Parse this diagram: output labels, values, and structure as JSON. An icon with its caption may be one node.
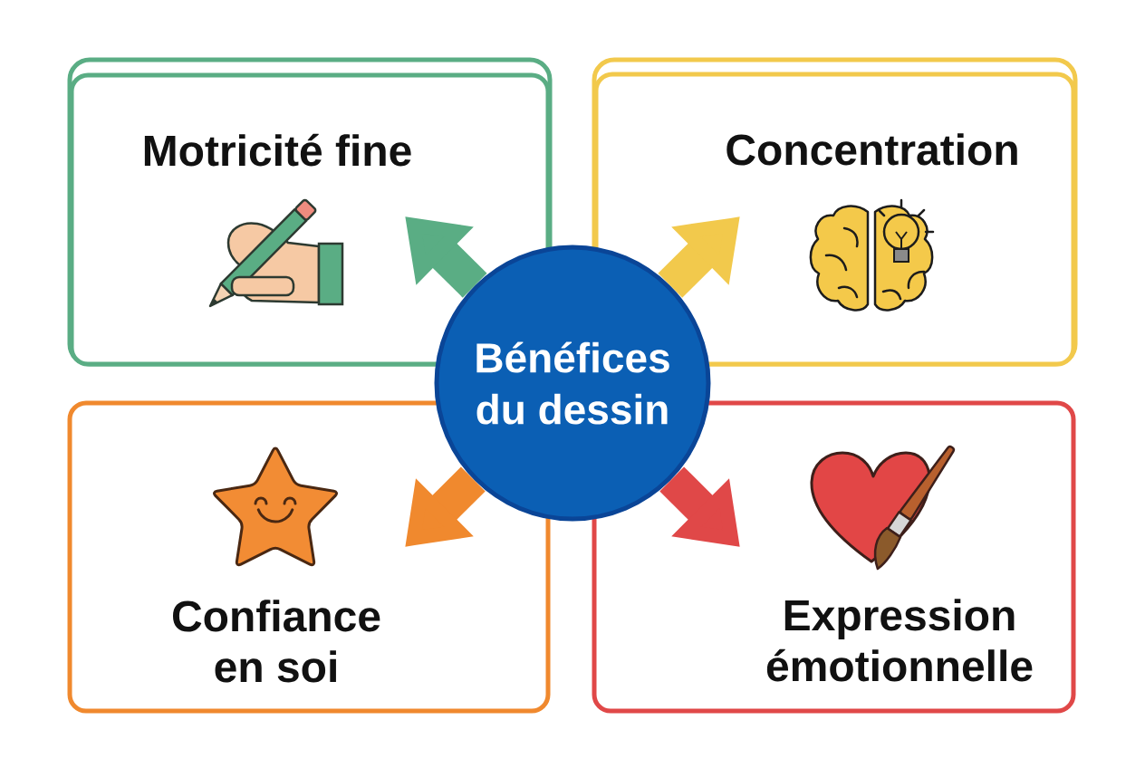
{
  "diagram": {
    "nodes": [
      {
        "text": [
          "Motricité fine"
        ]
      },
      {
        "text": [
          "Concentration"
        ]
      },
      {
        "text": [
          "Bénéfices du dessin"
        ]
      },
      {
        "text": [
          "Confiance en soi"
        ]
      },
      {
        "text": [
          "Expression émotionnelle"
        ]
      }
    ],
    "edges": [
      {
        "from": 2,
        "to": 0,
        "arrow": "to",
        "color": "#5aad84"
      },
      {
        "from": 2,
        "to": 1,
        "arrow": "to",
        "color": "#f2c94c"
      },
      {
        "from": 2,
        "to": 3,
        "arrow": "to",
        "color": "#f0892e"
      },
      {
        "from": 2,
        "to": 4,
        "arrow": "to",
        "color": "#e04848"
      }
    ]
  }
}
